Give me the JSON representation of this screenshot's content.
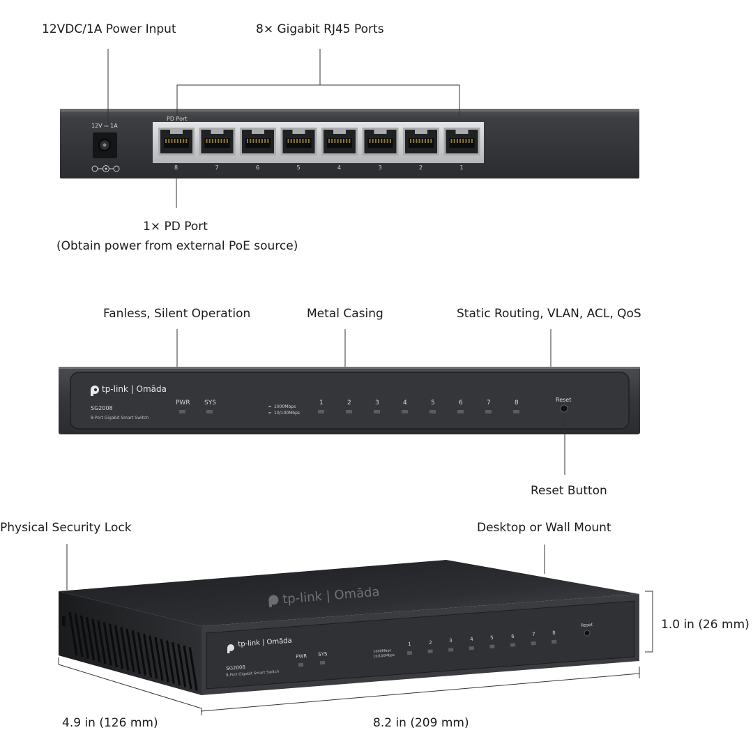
{
  "panel1": {
    "power_input_label": "12VDC/1A Power Input",
    "ports_label": "8× Gigabit RJ45 Ports",
    "pd_port_label": "1× PD Port",
    "pd_port_note": "(Obtain power from external PoE source)",
    "power_rating": "12V ⎓ 1A",
    "pd_port_tag": "PD Port",
    "port_numbers": [
      "8",
      "7",
      "6",
      "5",
      "4",
      "3",
      "2",
      "1"
    ]
  },
  "panel2": {
    "fanless_label": "Fanless, Silent Operation",
    "metal_label": "Metal Casing",
    "features_label": "Static Routing, VLAN, ACL, QoS",
    "reset_button_label": "Reset Button",
    "brand": "tp-link | Omāda",
    "model": "SG2008",
    "model_desc": "8-Port Gigabit Smart Switch",
    "pwr": "PWR",
    "sys": "SYS",
    "speed_1000": "1000Mbps",
    "speed_10_100": "10/100Mbps",
    "led_numbers": [
      "1",
      "2",
      "3",
      "4",
      "5",
      "6",
      "7",
      "8"
    ],
    "reset": "Reset"
  },
  "panel3": {
    "security_lock_label": "Physical Security Lock",
    "mount_label": "Desktop or Wall Mount",
    "height_label": "1.0 in (26 mm)",
    "depth_label": "4.9 in (126 mm)",
    "width_label": "8.2 in (209 mm)",
    "top_brand": "tp-link | Omāda",
    "brand": "tp-link | Omāda",
    "model": "SG2008",
    "model_desc": "8-Port Gigabit Smart Switch",
    "pwr": "PWR",
    "sys": "SYS",
    "speed_1000": "1000Mbps",
    "speed_10_100": "10/100Mbps",
    "led_numbers": [
      "1",
      "2",
      "3",
      "4",
      "5",
      "6",
      "7",
      "8"
    ],
    "reset": "Reset"
  },
  "colors": {
    "metal_dark": "#2b2d30",
    "metal_mid": "#3a3c40",
    "port_silver": "#c9cbcd",
    "led_off": "#5a5c60",
    "callout_line": "#333333"
  }
}
